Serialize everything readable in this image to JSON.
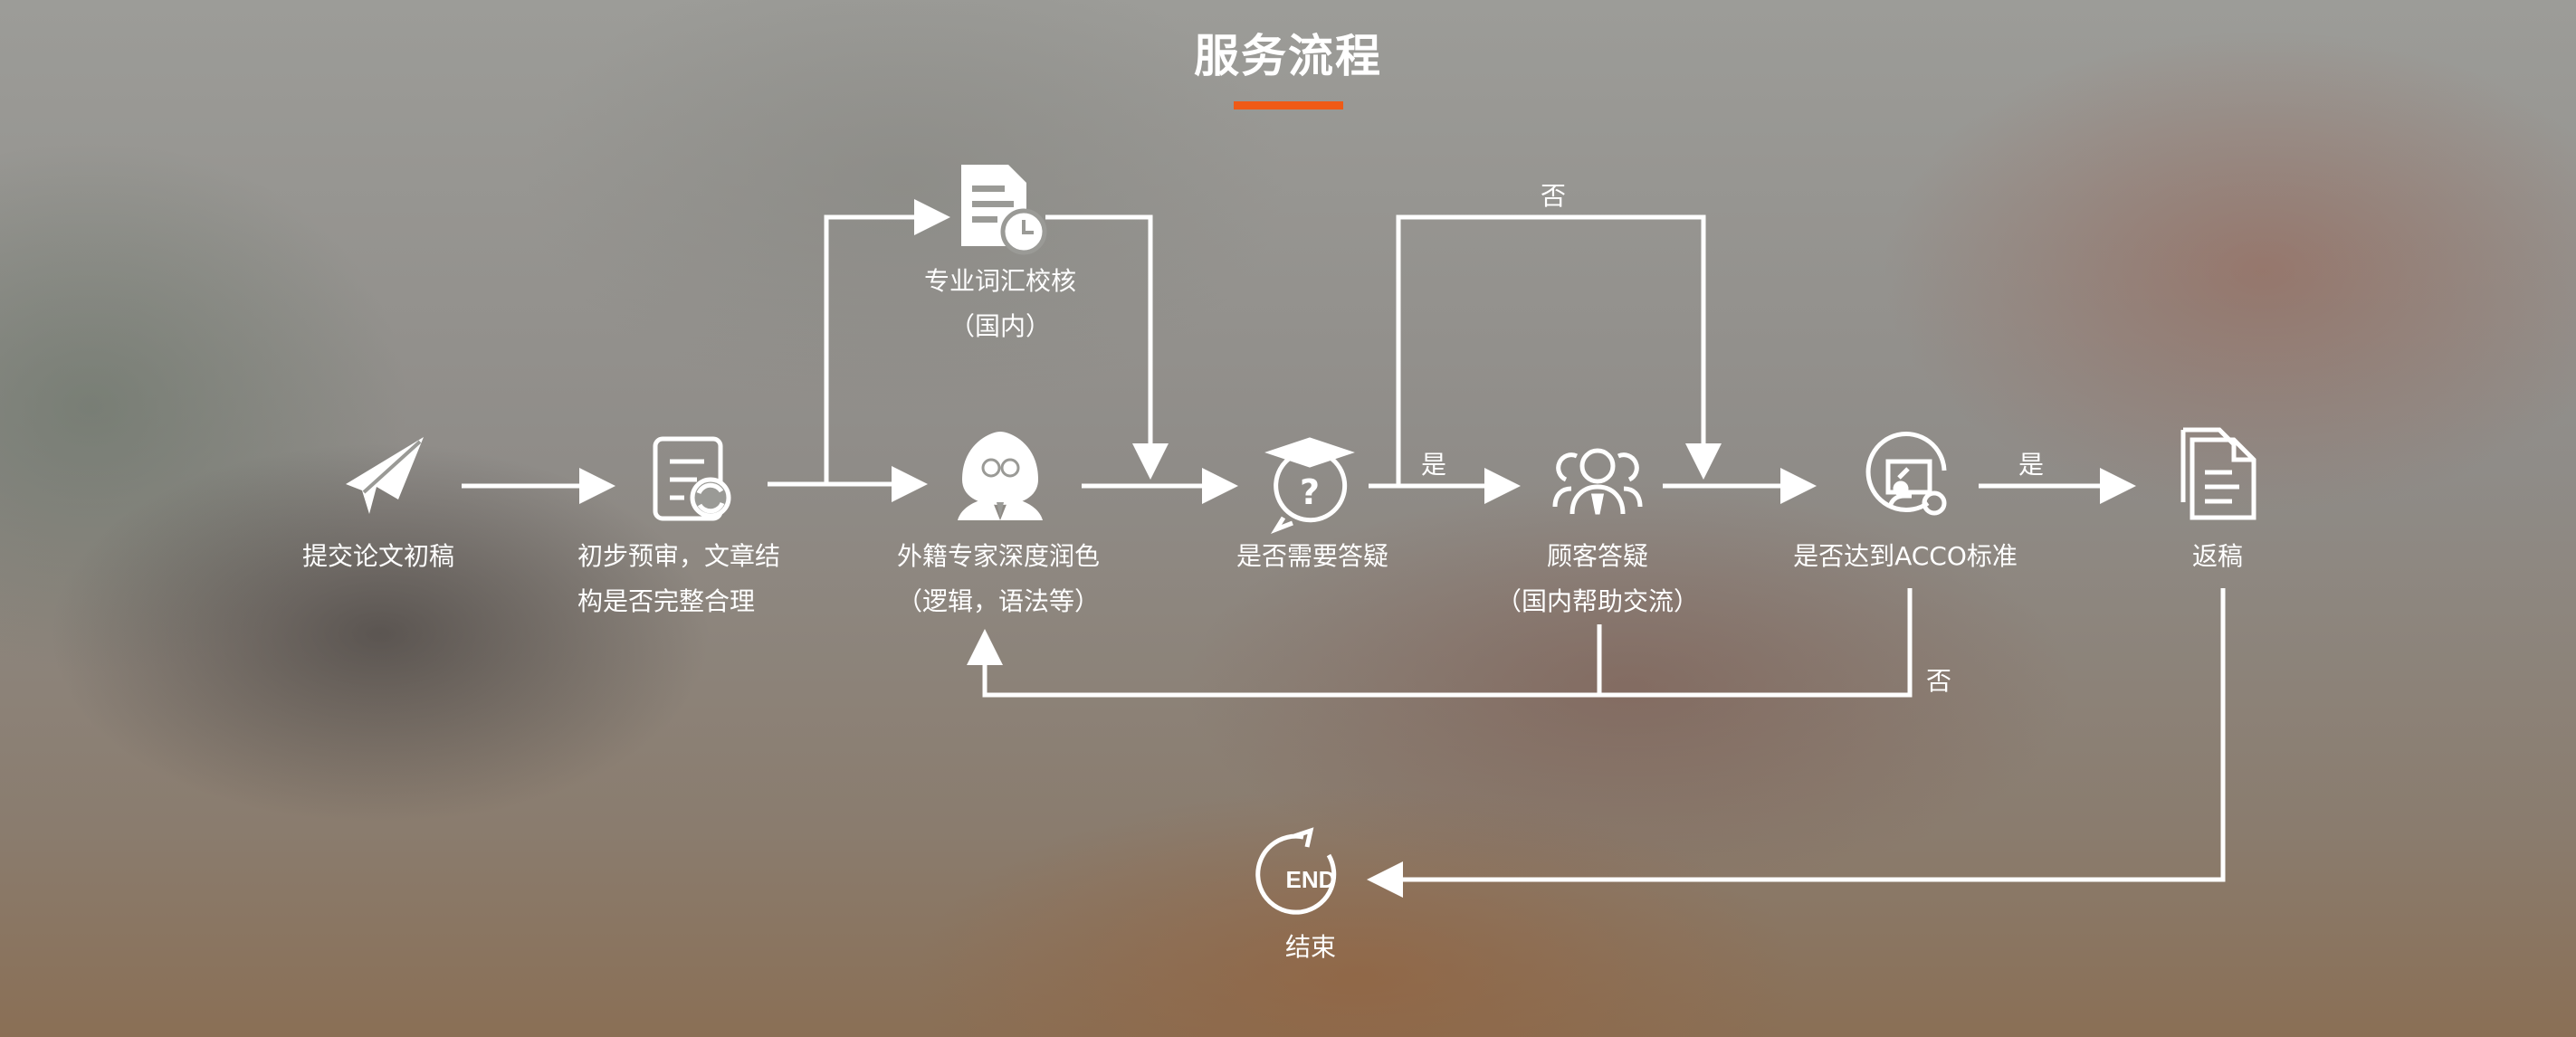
{
  "title": "服务流程",
  "colors": {
    "accent": "#ef5a16",
    "line": "#ffffff"
  },
  "nodes": {
    "submit": {
      "icon": "paper-plane-icon",
      "label1": "提交论文初稿"
    },
    "review": {
      "icon": "document-refresh-icon",
      "label1": "初步预审，文章结",
      "label2": "构是否完整合理"
    },
    "vocab": {
      "icon": "document-clock-icon",
      "label1": "专业词汇校核",
      "label2": "（国内）"
    },
    "expert": {
      "icon": "expert-person-icon",
      "label1": "外籍专家深度润色",
      "label2": "（逻辑，语法等）"
    },
    "question": {
      "icon": "graduation-question-icon",
      "label1": "是否需要答疑"
    },
    "qa": {
      "icon": "customer-group-icon",
      "label1": "顾客答疑",
      "label2": "（国内帮助交流）"
    },
    "standard": {
      "icon": "board-check-icon",
      "label1": "是否达到ACCO标准"
    },
    "return": {
      "icon": "documents-icon",
      "label1": "返稿"
    },
    "end": {
      "icon": "end-circle-icon",
      "icon_text": "END",
      "label1": "结束"
    }
  },
  "edges": {
    "question_yes": "是",
    "question_no": "否",
    "standard_yes": "是",
    "standard_no": "否"
  }
}
